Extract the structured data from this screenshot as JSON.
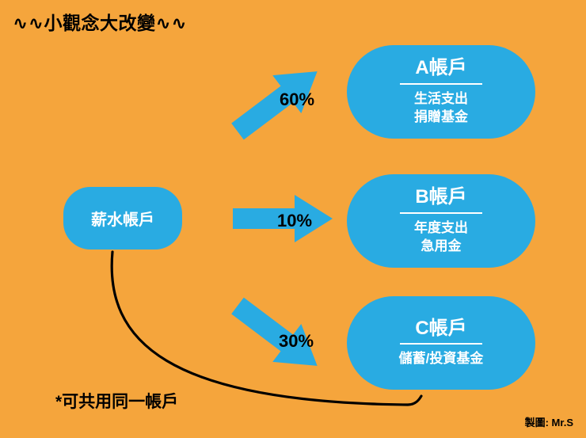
{
  "colors": {
    "background": "#F5A53C",
    "accent": "#29ABE2",
    "ink": "#000000",
    "box_text": "#FFFFFF"
  },
  "title": "∿∿小觀念大改變∿∿",
  "source_node": {
    "label": "薪水帳戶"
  },
  "flows": [
    {
      "percent": "60%",
      "direction": "up-right",
      "account": {
        "name": "A帳戶",
        "items": [
          "生活支出",
          "捐贈基金"
        ]
      }
    },
    {
      "percent": "10%",
      "direction": "right",
      "account": {
        "name": "B帳戶",
        "items": [
          "年度支出",
          "急用金"
        ]
      }
    },
    {
      "percent": "30%",
      "direction": "down-right",
      "account": {
        "name": "C帳戶",
        "items": [
          "儲蓄/投資基金"
        ]
      }
    }
  ],
  "footnote": "*可共用同一帳戶",
  "credit": "製圖: Mr.S"
}
